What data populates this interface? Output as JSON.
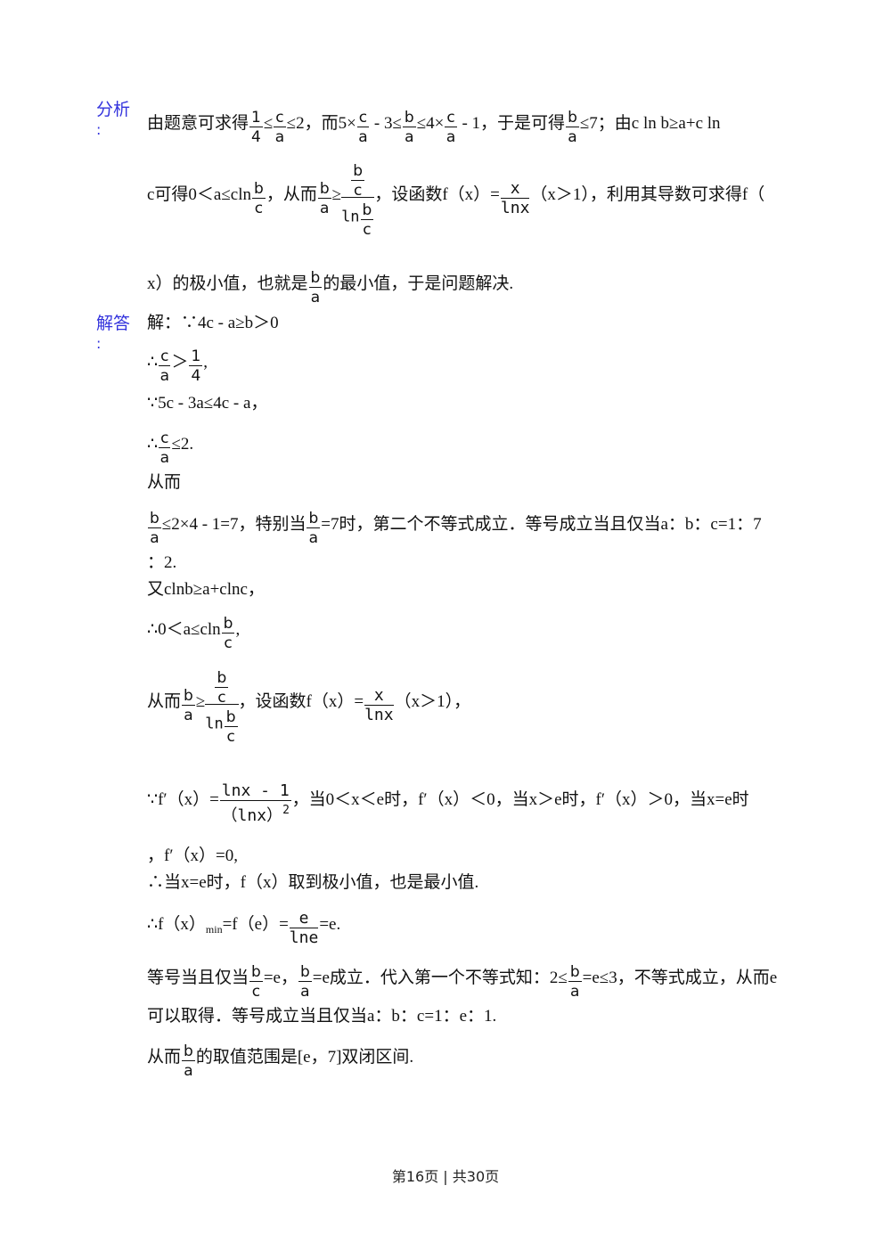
{
  "analysis": {
    "label": "分析",
    "colon": ":",
    "l1_a": "由题意可求得",
    "l1_f1n": "1",
    "l1_f1d": "4",
    "l1_b": "≤",
    "l1_f2n": "c",
    "l1_f2d": "a",
    "l1_c": "≤2，而5×",
    "l1_f3n": "c",
    "l1_f3d": "a",
    "l1_d": " - 3≤",
    "l1_f4n": "b",
    "l1_f4d": "a",
    "l1_e": "≤4×",
    "l1_f5n": "c",
    "l1_f5d": "a",
    "l1_f": " - 1，于是可得",
    "l1_f6n": "b",
    "l1_f6d": "a",
    "l1_g": "≤7；由c ln b≥a+c ln",
    "l2_a": "c可得0＜a≤cln",
    "l2_f1n": "b",
    "l2_f1d": "c",
    "l2_b": "，从而",
    "l2_f2n": "b",
    "l2_f2d": "a",
    "l2_c": "≥",
    "l2_big_num_n": "b",
    "l2_big_num_d": "c",
    "l2_big_den_pre": "ln",
    "l2_big_den_n": "b",
    "l2_big_den_d": "c",
    "l2_d": "，设函数f（x）=",
    "l2_f3n": "x",
    "l2_f3d": "lnx",
    "l2_e": "（x＞1），利用其导数可求得f（",
    "l3_a": "x）的极小值，也就是",
    "l3_f1n": "b",
    "l3_f1d": "a",
    "l3_b": "的最小值，于是问题解决."
  },
  "solution": {
    "label": "解答",
    "colon": ":",
    "s1": "解：∵4c - a≥b＞0",
    "s2_a": "∴",
    "s2_f1n": "c",
    "s2_f1d": "a",
    "s2_b": "＞",
    "s2_f2n": "1",
    "s2_f2d": "4",
    "s2_c": ",",
    "s3": "∵5c - 3a≤4c - a，",
    "s4_a": "∴",
    "s4_f1n": "c",
    "s4_f1d": "a",
    "s4_b": "≤2.",
    "s5": "从而",
    "s6_f1n": "b",
    "s6_f1d": "a",
    "s6_a": "≤2×4 - 1=7，特别当",
    "s6_f2n": "b",
    "s6_f2d": "a",
    "s6_b": "=7时，第二个不等式成立．等号成立当且仅当a：b：c=1：7",
    "s7": "：2.",
    "s8": "又clnb≥a+clnc，",
    "s9_a": "∴0＜a≤cln",
    "s9_f1n": "b",
    "s9_f1d": "c",
    "s9_b": ",",
    "s10_a": "从而",
    "s10_f1n": "b",
    "s10_f1d": "a",
    "s10_b": "≥",
    "s10_big_num_n": "b",
    "s10_big_num_d": "c",
    "s10_big_den_pre": "ln",
    "s10_big_den_n": "b",
    "s10_big_den_d": "c",
    "s10_c": "，设函数f（x）=",
    "s10_f2n": "x",
    "s10_f2d": "lnx",
    "s10_d": "（x＞1），",
    "s11_a": "∵f′（x）=",
    "s11_fn": "lnx - 1",
    "s11_fd": "（lnx）",
    "s11_sup": "2",
    "s11_b": "，当0＜x＜e时，f′（x）＜0，当x＞e时，f′（x）＞0，当x=e时",
    "s12": "，f′（x）=0,",
    "s13": "∴当x=e时，f（x）取到极小值，也是最小值.",
    "s14_a": "∴f（x）",
    "s14_sub": "min",
    "s14_b": "=f（e）=",
    "s14_fn": "e",
    "s14_fd": "lne",
    "s14_c": "=e.",
    "s15_a": "等号当且仅当",
    "s15_f1n": "b",
    "s15_f1d": "c",
    "s15_b": "=e，",
    "s15_f2n": "b",
    "s15_f2d": "a",
    "s15_c": "=e成立．代入第一个不等式知：2≤",
    "s15_f3n": "b",
    "s15_f3d": "a",
    "s15_d": "=e≤3，不等式成立，从而e",
    "s16": "可以取得．等号成立当且仅当a：b：c=1：e：1.",
    "s17_a": "从而",
    "s17_f1n": "b",
    "s17_f1d": "a",
    "s17_b": "的取值范围是[e，7]双闭区间."
  },
  "footer": {
    "page_text": "第16页 | 共30页"
  }
}
